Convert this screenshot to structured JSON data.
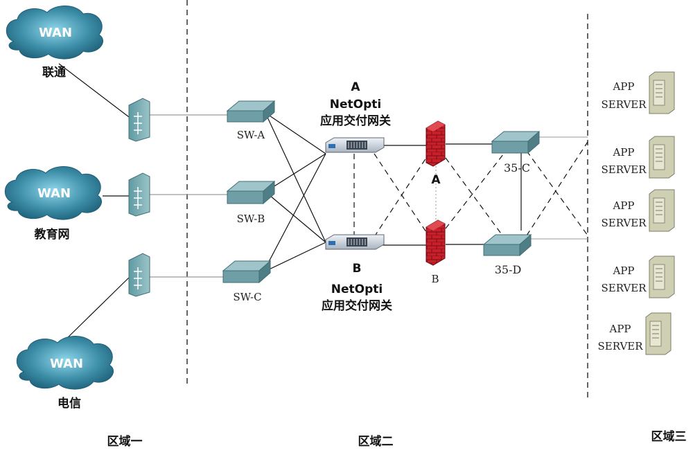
{
  "zones": {
    "zone1": "区域一",
    "zone2": "区域二",
    "zone3": "区域三"
  },
  "wan": {
    "text": "WAN",
    "isp1": "联通",
    "isp2": "教育网",
    "isp3": "电信"
  },
  "switches": {
    "sw_a": "SW-A",
    "sw_b": "SW-B",
    "sw_c": "SW-C",
    "sw_35c": "35-C",
    "sw_35d": "35-D"
  },
  "gateways": {
    "a_letter": "A",
    "a_name": "NetOpti",
    "a_desc": "应用交付网关",
    "b_letter": "B",
    "b_name": "NetOpti",
    "b_desc": "应用交付网关"
  },
  "firewalls": {
    "a": "A",
    "b": "B"
  },
  "servers": {
    "line1": "APP",
    "line2": "SERVER"
  },
  "colors": {
    "wan_cloud": "#3d8ea8",
    "switch_top": "#8fb8be",
    "switch_side": "#5f8e96",
    "firewall": "#c8202a",
    "gateway": "#cfd6de",
    "server": "#d8d8c0"
  }
}
